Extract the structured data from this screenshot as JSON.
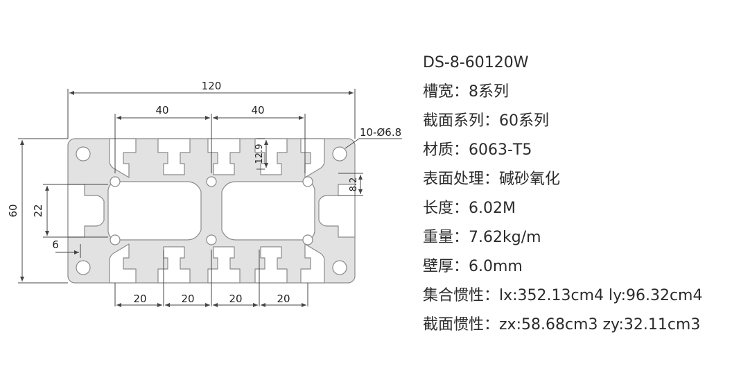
{
  "drawing": {
    "dim_overall_width": "120",
    "dim_top_left": "40",
    "dim_top_right": "40",
    "dim_height": "60",
    "dim_inner_height": "22",
    "dim_slot_depth": "12.9",
    "dim_slot_width": "8.2",
    "dim_hole_callout": "10-Ø6.8",
    "dim_small_offset": "6",
    "dim_bottom_1": "20",
    "dim_bottom_2": "20",
    "dim_bottom_3": "20",
    "dim_bottom_4": "20",
    "colors": {
      "profile_fill": "#e2e2e2",
      "profile_stroke": "#8a8a8a",
      "dimension_line": "#444444"
    }
  },
  "specs": {
    "model": "DS-8-60120W",
    "rows": [
      "槽宽：8系列",
      "截面系列：60系列",
      "材质：6063-T5",
      "表面处理：碱砂氧化",
      "长度：6.02M",
      "重量：7.62kg/m",
      "壁厚：6.0mm",
      "集合惯性：lx:352.13cm4 ly:96.32cm4",
      "截面惯性：zx:58.68cm3 zy:32.11cm3"
    ]
  }
}
